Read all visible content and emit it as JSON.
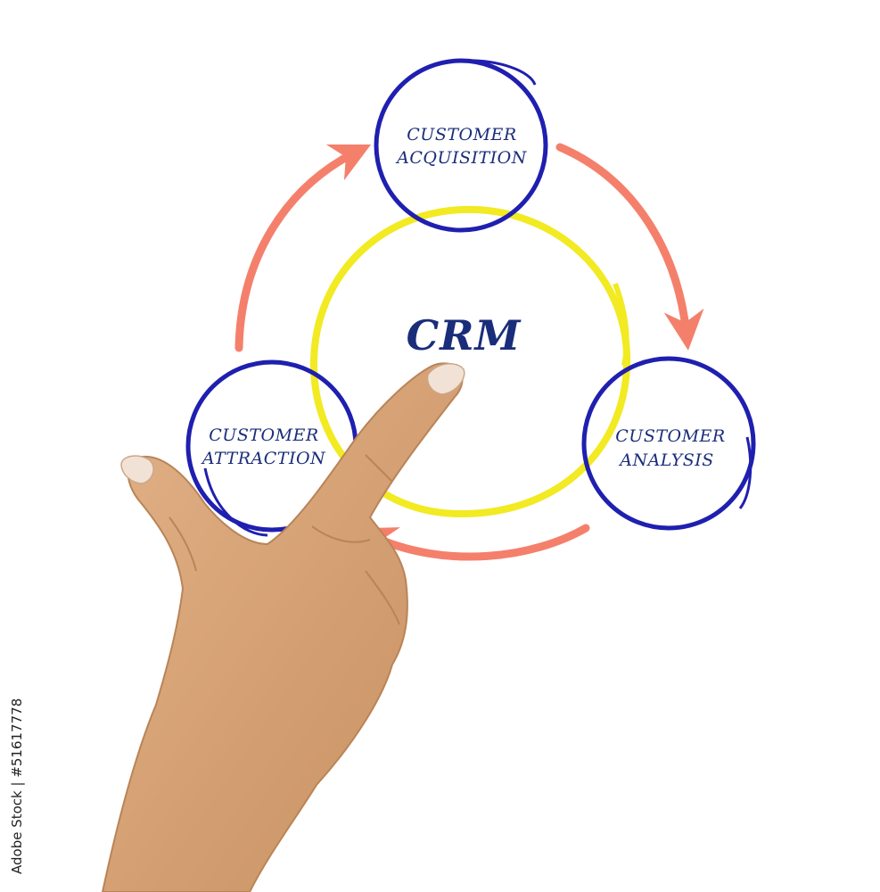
{
  "diagram": {
    "center": {
      "label": "CRM"
    },
    "nodes": [
      {
        "id": "acquisition",
        "line1": "CUSTOMER",
        "line2": "ACQUISITION"
      },
      {
        "id": "analysis",
        "line1": "CUSTOMER",
        "line2": "ANALYSIS"
      },
      {
        "id": "attraction",
        "line1": "CUSTOMER",
        "line2": "ATTRACTION"
      }
    ]
  },
  "watermark": {
    "text": "Adobe Stock | #51617778"
  },
  "colors": {
    "node_ring": "#1f1fb0",
    "center_ring": "#f2ea22",
    "arrow": "#f4806c",
    "text": "#1a2d7a",
    "skin": "#d9a679",
    "skin_shadow": "#b98457",
    "nail": "#f2e2d6"
  }
}
